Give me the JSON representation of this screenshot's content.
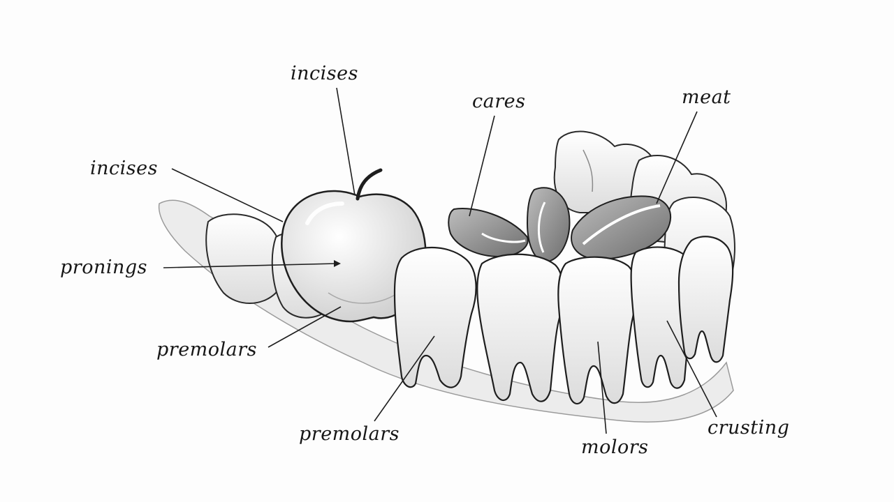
{
  "labels": {
    "incises_top": "incises",
    "cares": "cares",
    "meat": "meat",
    "incises_left": "incises",
    "pronings": "pronings",
    "premolars_left": "premolars",
    "premolars_bottom": "premolars",
    "molors": "molors",
    "crusting": "crusting"
  },
  "colors": {
    "ink": "#161616",
    "tooth_fill": "#f4f4f4",
    "shade": "#c9c9c9",
    "background": "#fdfdfd"
  }
}
